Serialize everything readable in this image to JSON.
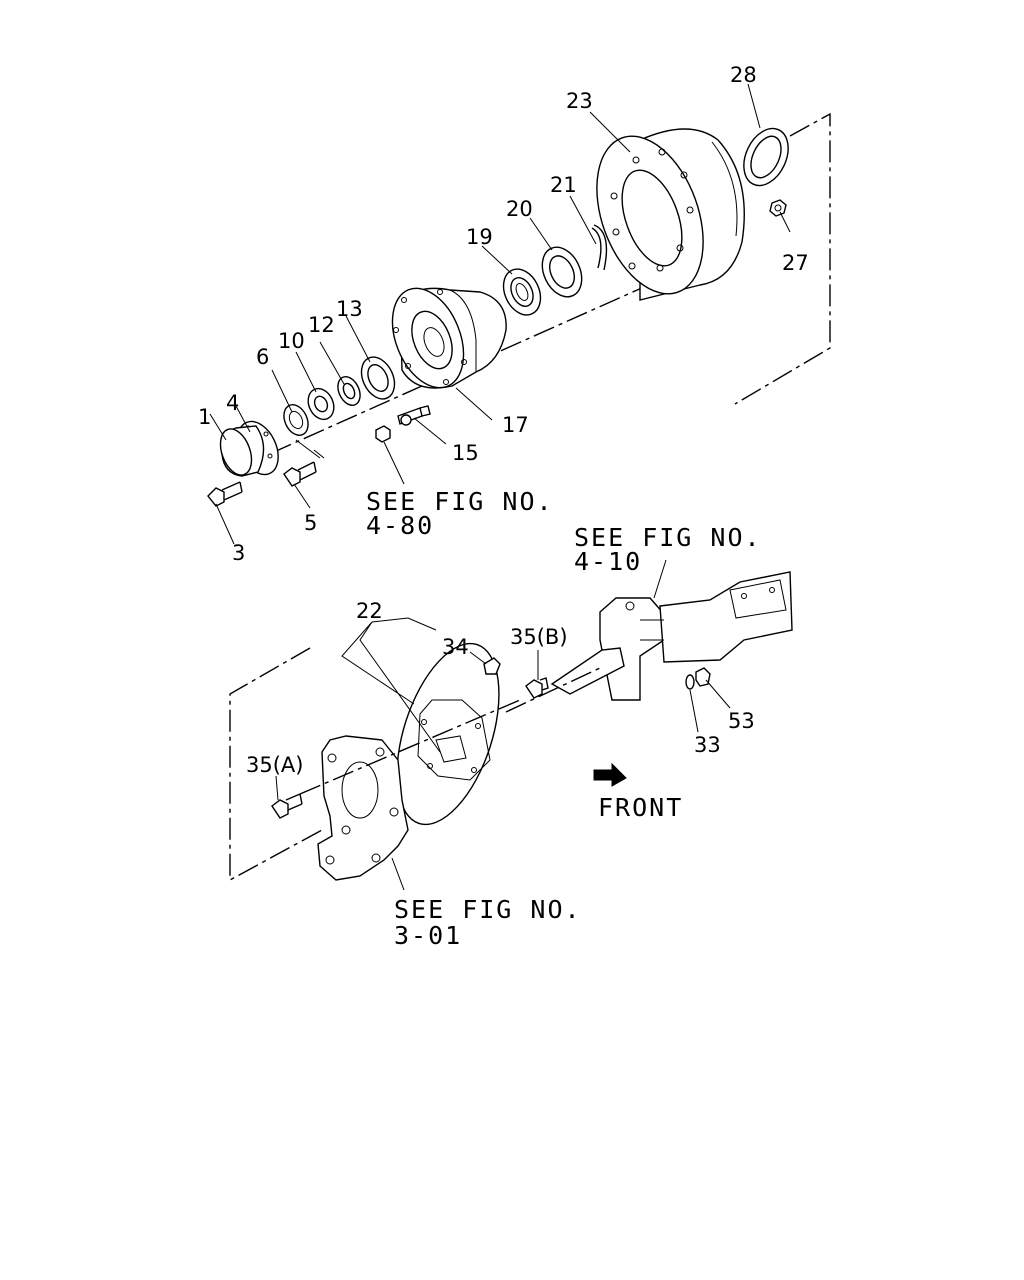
{
  "callouts": {
    "c1": "1",
    "c3": "3",
    "c4": "4",
    "c5": "5",
    "c6": "6",
    "c10": "10",
    "c12": "12",
    "c13": "13",
    "c15": "15",
    "c17": "17",
    "c19": "19",
    "c20": "20",
    "c21": "21",
    "c22": "22",
    "c23": "23",
    "c27": "27",
    "c28": "28",
    "c33": "33",
    "c34": "34",
    "c35a": "35(A)",
    "c35b": "35(B)",
    "c53": "53"
  },
  "references": {
    "fig_4_80": {
      "line1": "SEE FIG NO.",
      "line2": "4-80"
    },
    "fig_4_10": {
      "line1": "SEE FIG NO.",
      "line2": "4-10"
    },
    "fig_3_01": {
      "line1": "SEE FIG NO.",
      "line2": "3-01"
    }
  },
  "direction": {
    "label": "FRONT",
    "icon": "arrow-icon"
  }
}
